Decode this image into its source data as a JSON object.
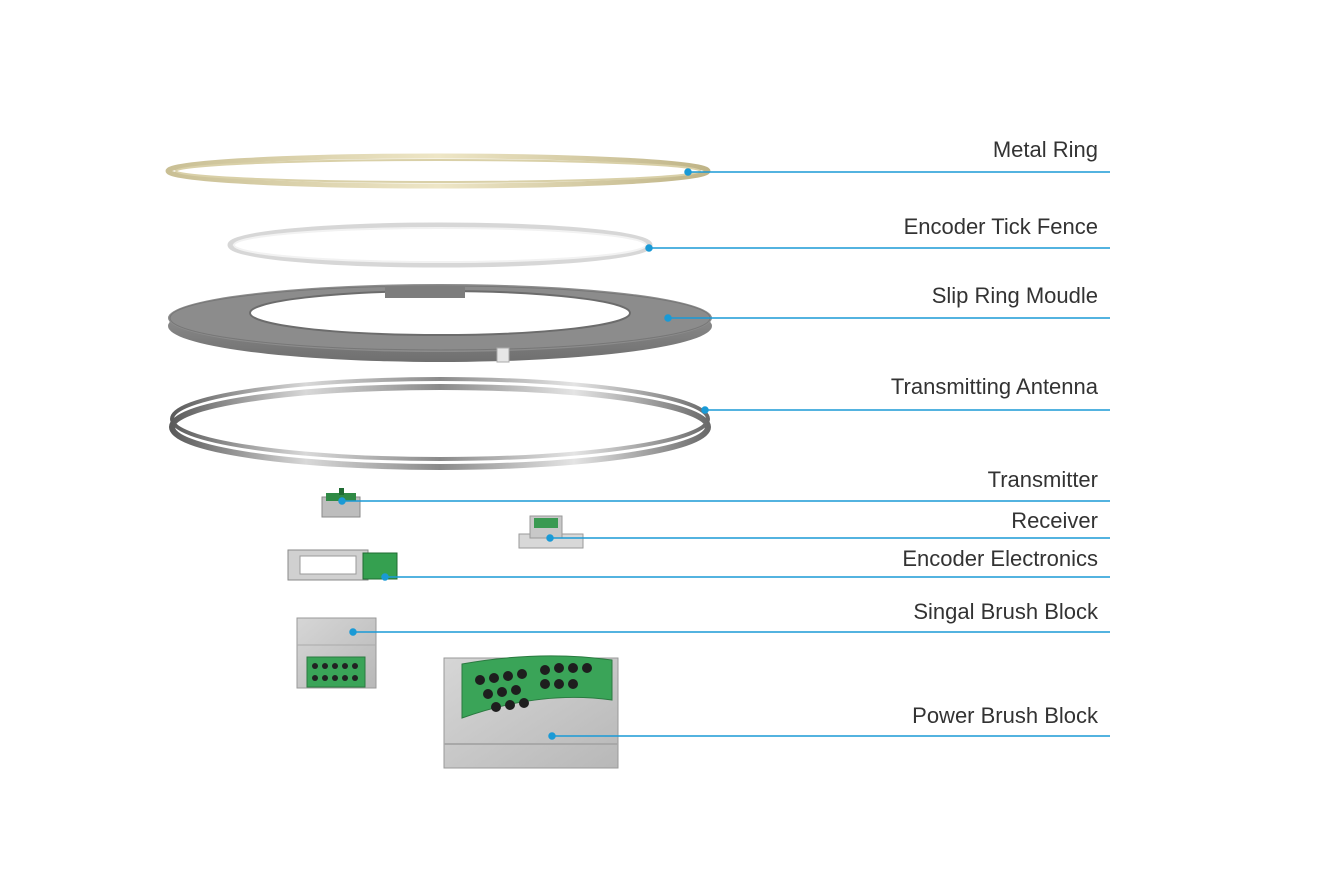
{
  "diagram": {
    "accent_color": "#1a9ad6",
    "components": [
      {
        "id": "metal-ring",
        "label": "Metal Ring"
      },
      {
        "id": "encoder-tick-fence",
        "label": "Encoder Tick Fence"
      },
      {
        "id": "slip-ring-module",
        "label": "Slip Ring Moudle"
      },
      {
        "id": "transmitting-antenna",
        "label": "Transmitting Antenna"
      },
      {
        "id": "transmitter",
        "label": "Transmitter"
      },
      {
        "id": "receiver",
        "label": "Receiver"
      },
      {
        "id": "encoder-electronics",
        "label": "Encoder Electronics"
      },
      {
        "id": "signal-brush-block",
        "label": "Singal Brush Block"
      },
      {
        "id": "power-brush-block",
        "label": "Power Brush Block"
      }
    ]
  }
}
